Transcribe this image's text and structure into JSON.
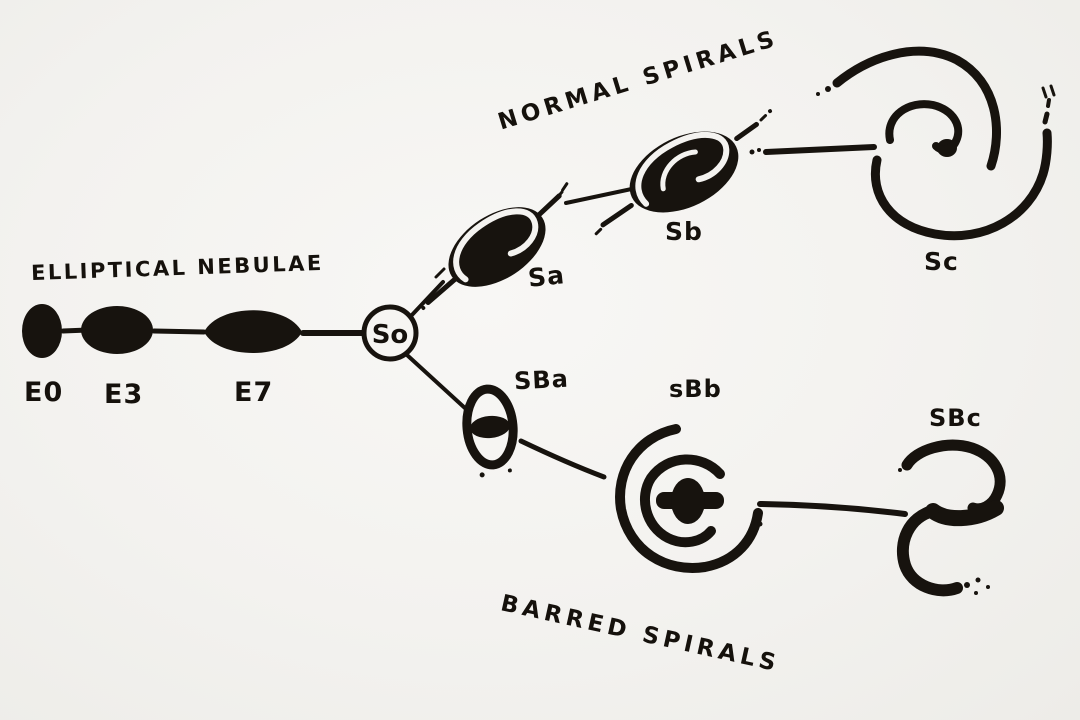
{
  "palette": {
    "paper": "#f4f2ef",
    "ink": "#17130e"
  },
  "labels": {
    "elliptical_branch": "ELLIPTICAL NEBULAE",
    "normal_branch": "NORMAL SPIRALS",
    "barred_branch": "BARRED SPIRALS"
  },
  "nodes": {
    "e0": "E0",
    "e3": "E3",
    "e7": "E7",
    "s0": "So",
    "sa": "Sa",
    "sb": "Sb",
    "sc": "Sc",
    "sba": "SBa",
    "sbb": "sBb",
    "sbc": "SBc"
  }
}
